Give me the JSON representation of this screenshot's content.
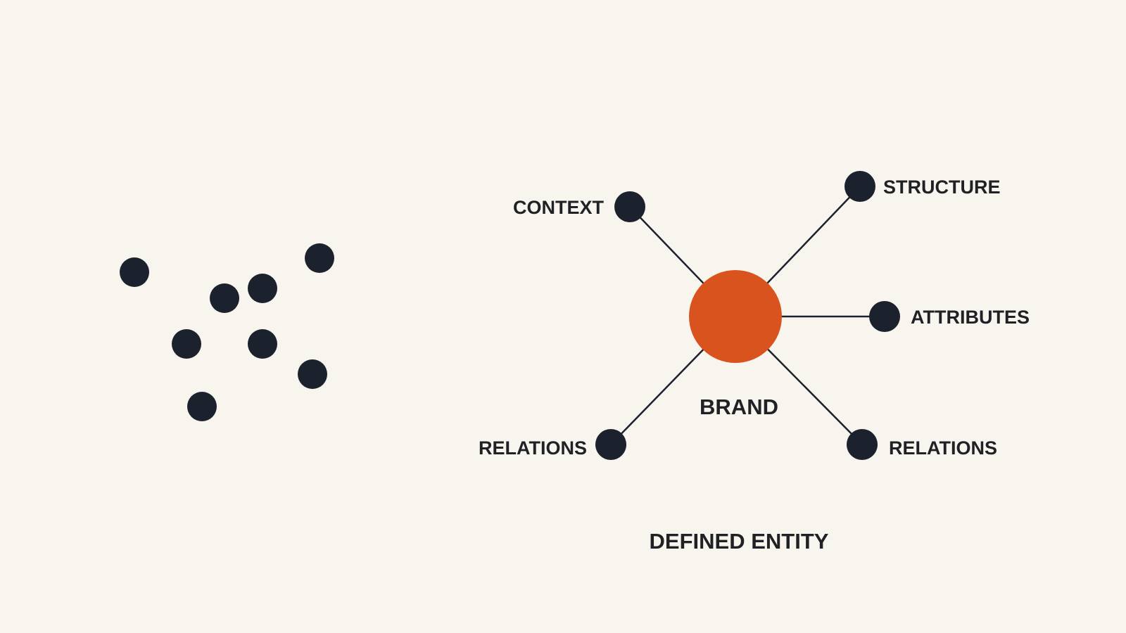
{
  "colors": {
    "background": "#f8f5ee",
    "node": "#1b222d",
    "center": "#d9531e",
    "edge": "#1b222d",
    "text": "#1f2124"
  },
  "scattered_dots": {
    "count": 8
  },
  "entity": {
    "center_label": "BRAND",
    "caption": "DEFINED ENTITY",
    "nodes": [
      {
        "key": "context",
        "label": "CONTEXT"
      },
      {
        "key": "structure",
        "label": "STRUCTURE"
      },
      {
        "key": "attributes",
        "label": "ATTRIBUTES"
      },
      {
        "key": "relations-left",
        "label": "RELATIONS"
      },
      {
        "key": "relations-right",
        "label": "RELATIONS"
      }
    ]
  }
}
